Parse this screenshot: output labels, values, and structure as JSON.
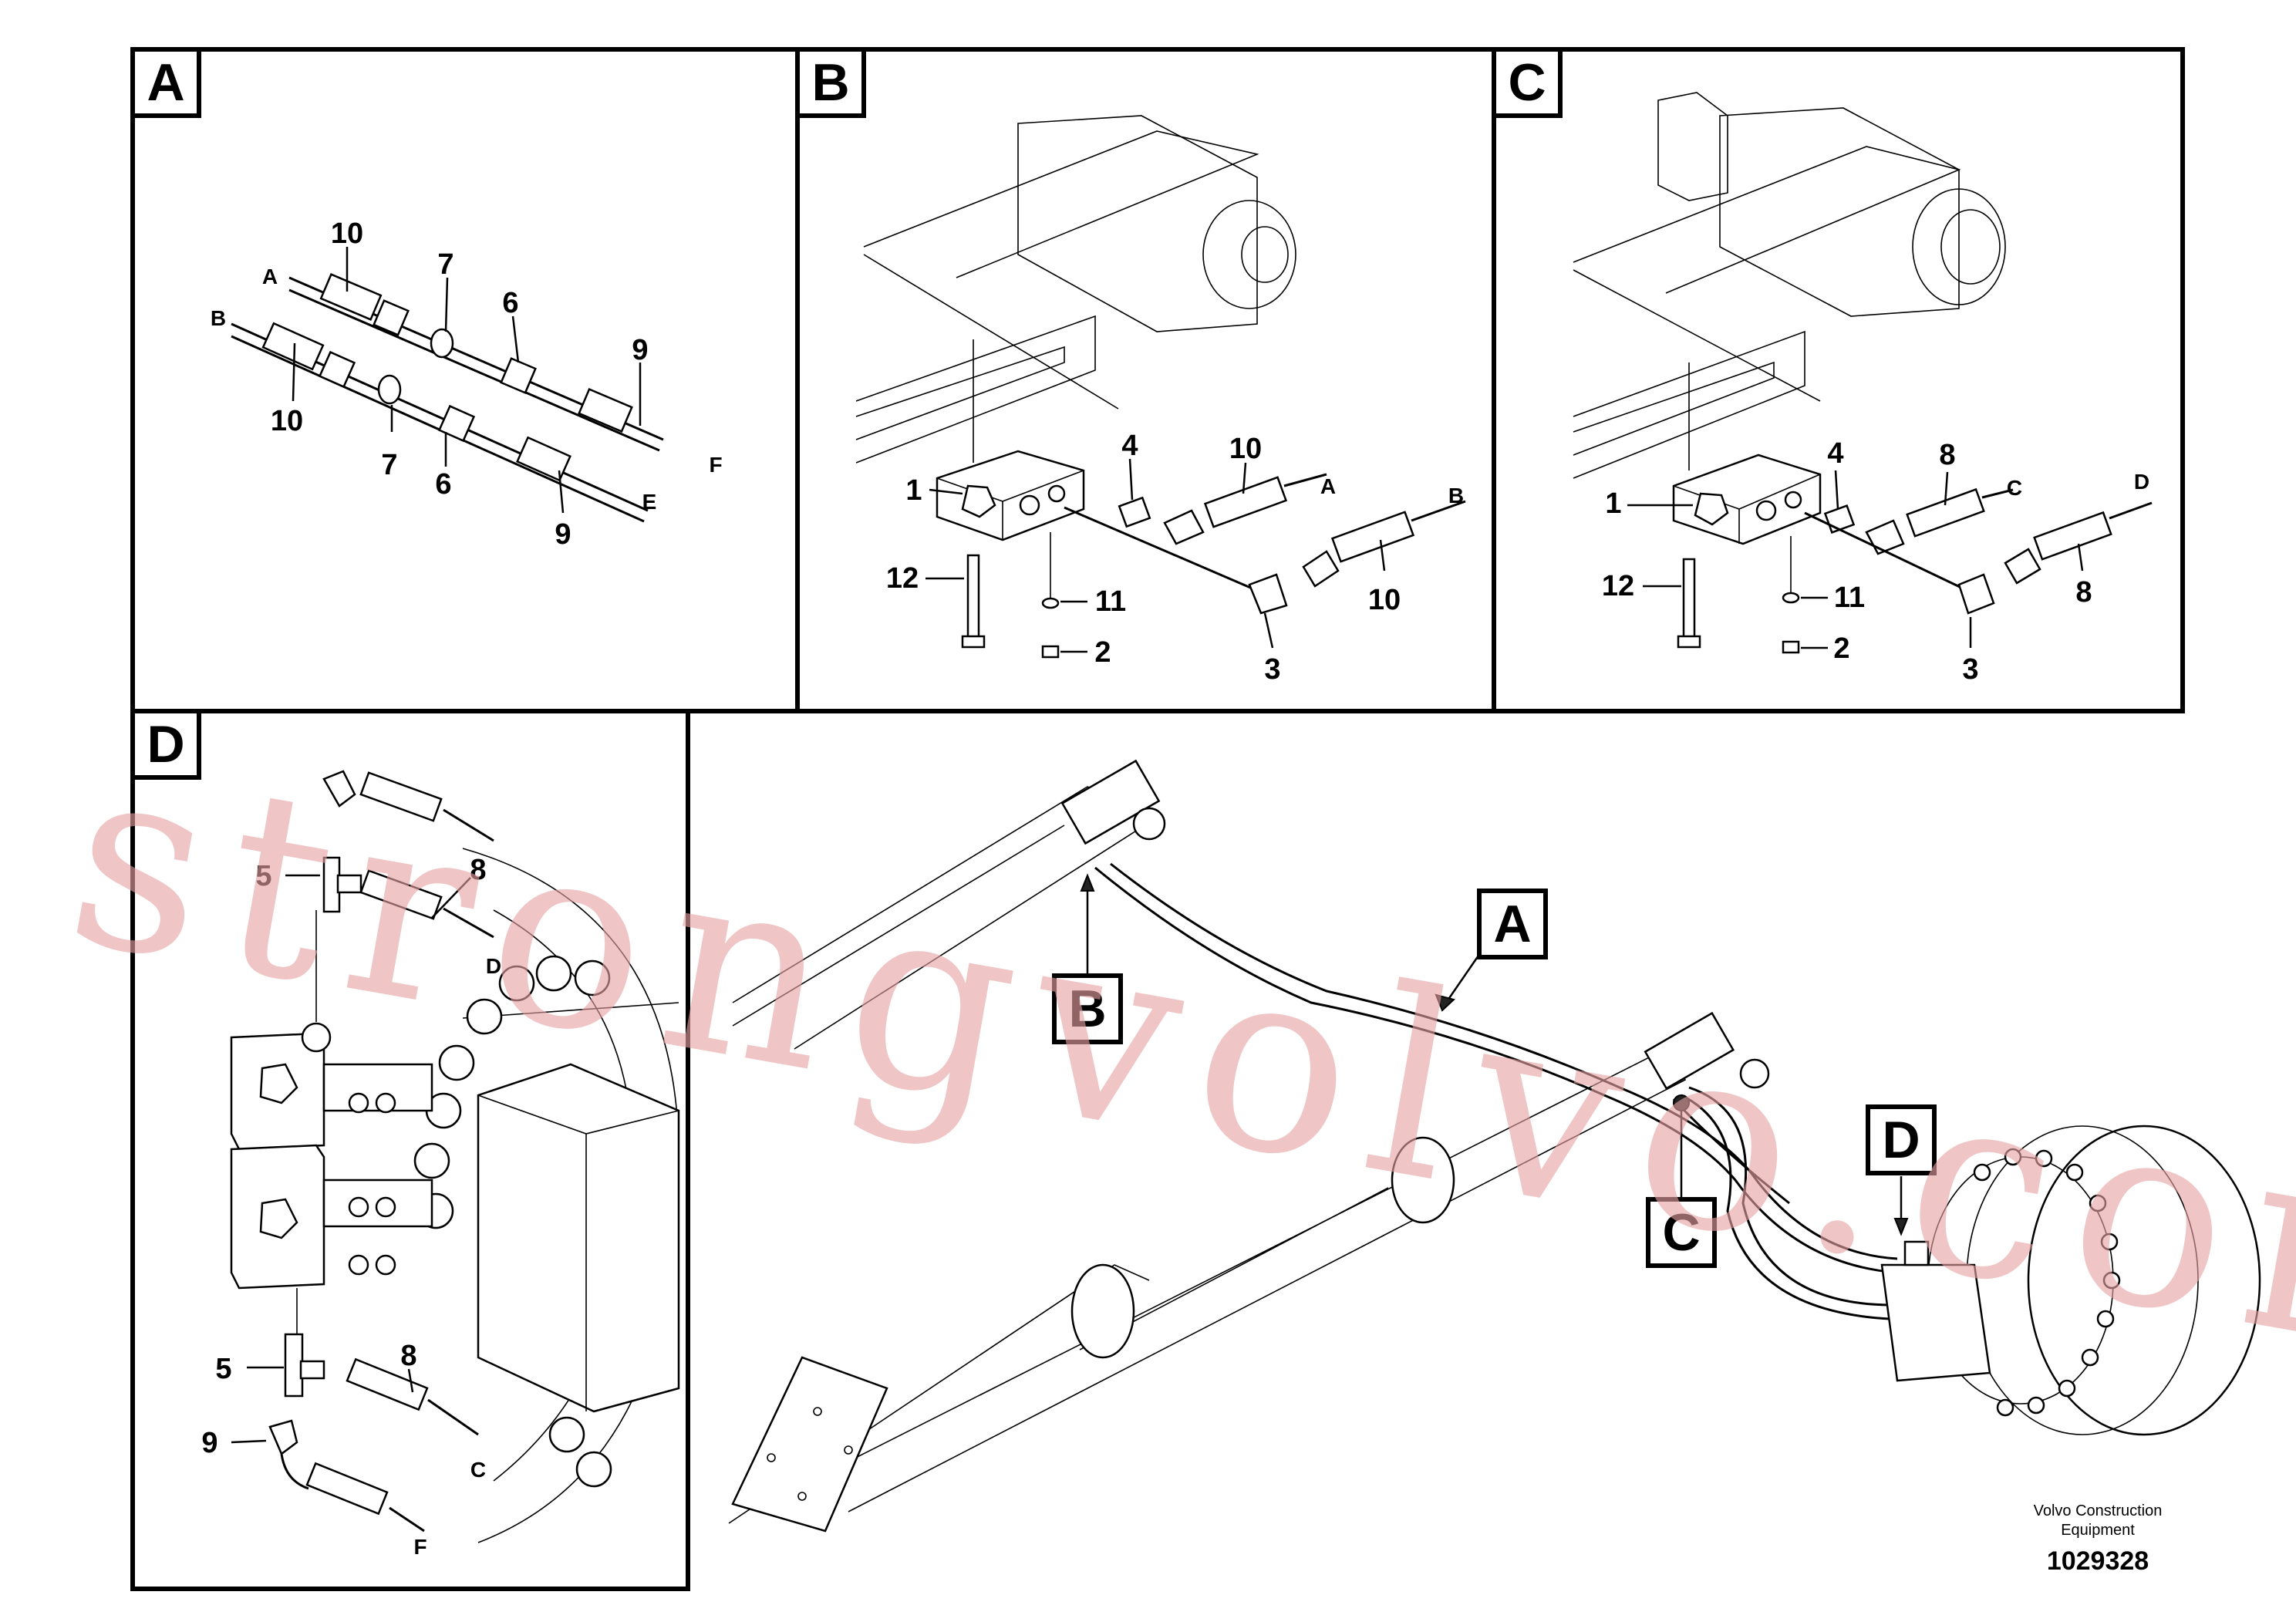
{
  "panels": {
    "A": {
      "tag": "A",
      "callouts": [
        "10",
        "7",
        "6",
        "9",
        "10",
        "7",
        "6",
        "9"
      ],
      "ends": [
        "A",
        "B",
        "F",
        "E"
      ]
    },
    "B": {
      "tag": "B",
      "callouts": [
        "1",
        "12",
        "11",
        "2",
        "4",
        "10",
        "3",
        "10"
      ],
      "ends": [
        "A",
        "B"
      ]
    },
    "C": {
      "tag": "C",
      "callouts": [
        "1",
        "12",
        "11",
        "2",
        "4",
        "8",
        "3",
        "8"
      ],
      "ends": [
        "C",
        "D"
      ]
    },
    "D": {
      "tag": "D",
      "callouts": [
        "5",
        "8",
        "5",
        "8",
        "9"
      ],
      "ends": [
        "D",
        "C",
        "F"
      ]
    }
  },
  "overview": {
    "tags": [
      "A",
      "B",
      "C",
      "D"
    ]
  },
  "footer": {
    "brand_line1": "Volvo Construction",
    "brand_line2": "Equipment",
    "drawing_number": "1029328"
  },
  "watermark": "strongvolvo.com"
}
